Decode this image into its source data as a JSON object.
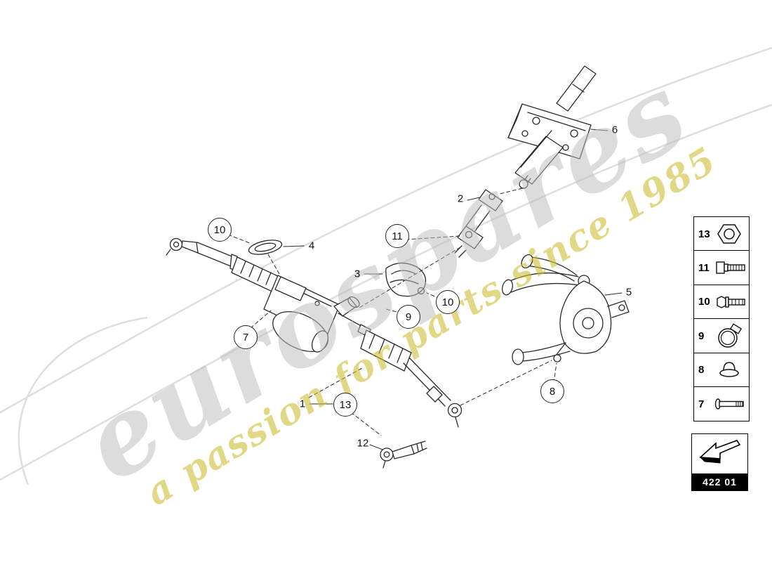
{
  "watermark": {
    "brand": "eurospares",
    "tagline": "a passion for parts since 1985"
  },
  "callouts": {
    "plain": [
      {
        "label": "6"
      },
      {
        "label": "2"
      },
      {
        "label": "4"
      },
      {
        "label": "3"
      },
      {
        "label": "5"
      },
      {
        "label": "1"
      },
      {
        "label": "12"
      }
    ],
    "circled": [
      {
        "label": "10"
      },
      {
        "label": "11"
      },
      {
        "label": "10"
      },
      {
        "label": "9"
      },
      {
        "label": "7"
      },
      {
        "label": "13"
      },
      {
        "label": "8"
      }
    ]
  },
  "legend": {
    "rows": [
      {
        "number": "13",
        "icon": "hex-nut-icon"
      },
      {
        "number": "11",
        "icon": "socket-head-bolt-icon"
      },
      {
        "number": "10",
        "icon": "hex-flange-bolt-icon"
      },
      {
        "number": "9",
        "icon": "hose-clamp-icon"
      },
      {
        "number": "8",
        "icon": "cap-nut-icon"
      },
      {
        "number": "7",
        "icon": "long-bolt-icon"
      }
    ]
  },
  "code_box": {
    "code": "422 01",
    "icon": "direction-arrow-icon"
  }
}
